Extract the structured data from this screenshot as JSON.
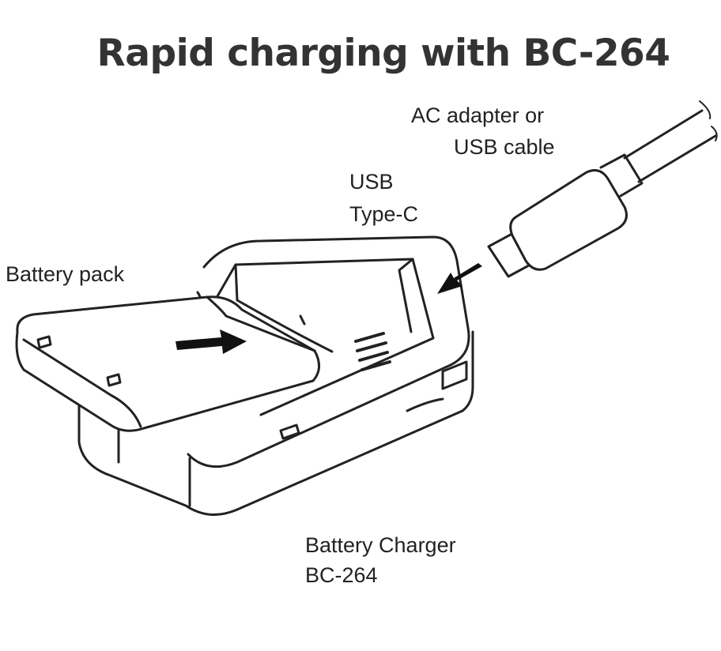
{
  "title": "Rapid charging with BC-264",
  "labels": {
    "ac_line1": "AC adapter or",
    "ac_line2": "USB cable",
    "usb_line1": "USB",
    "usb_line2": "Type-C",
    "battery_pack": "Battery pack",
    "charger_line1": "Battery Charger",
    "charger_line2": "BC-264"
  }
}
